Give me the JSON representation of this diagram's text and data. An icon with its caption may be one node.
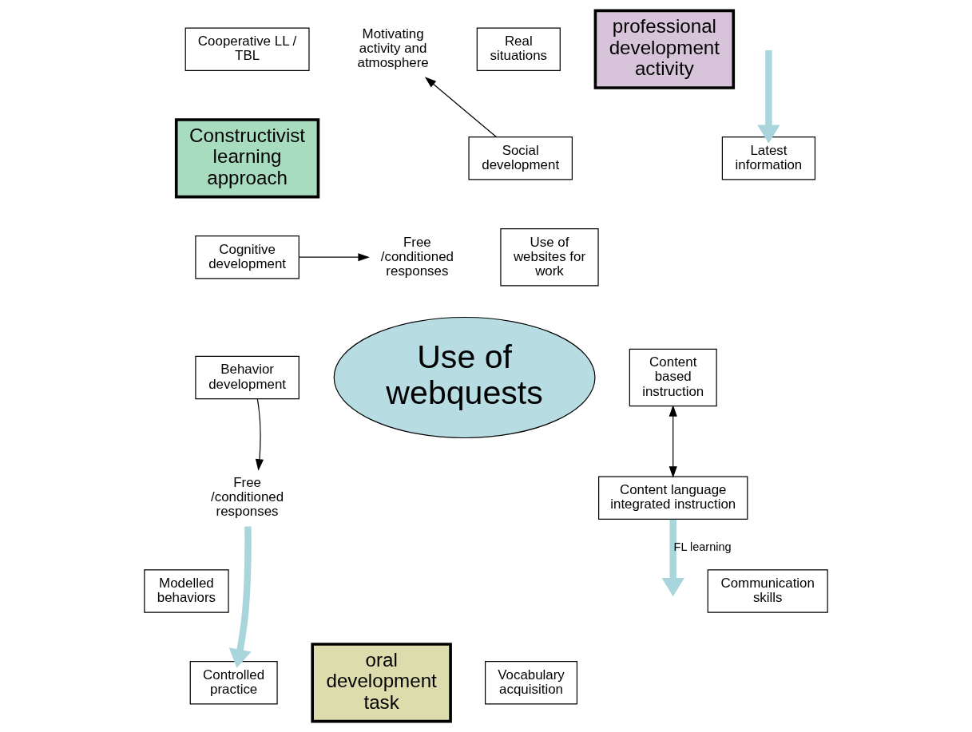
{
  "diagram": {
    "nodes": [
      {
        "text": [
          "Cooperative LL / TBL"
        ]
      },
      {
        "text": [
          "Constructivist learning approach"
        ]
      },
      {
        "text": [
          "Motivating activity and atmosphere"
        ]
      },
      {
        "text": [
          "Social development"
        ]
      },
      {
        "text": [
          "Cognitive development"
        ]
      },
      {
        "text": [
          "Free /conditioned responses"
        ]
      },
      {
        "text": [
          "Real situations"
        ]
      },
      {
        "text": [
          "professional development activity"
        ]
      },
      {
        "text": [
          "Latest information"
        ]
      },
      {
        "text": [
          "Use of websites for work"
        ]
      },
      {
        "text": [
          "Behavior development"
        ]
      },
      {
        "text": [
          "Free /conditioned responses"
        ]
      },
      {
        "text": [
          "Use of webquests"
        ]
      },
      {
        "text": [
          "Content based instruction"
        ]
      },
      {
        "text": [
          "Content language integrated instruction"
        ]
      },
      {
        "text": [
          "Modelled behaviors"
        ]
      },
      {
        "text": [
          "Communication skills"
        ]
      },
      {
        "text": [
          "Controlled practice"
        ]
      },
      {
        "text": [
          "oral development task"
        ]
      },
      {
        "text": [
          "Vocabulary acquisition"
        ]
      }
    ],
    "edges": [
      {
        "from": 3,
        "to": 2,
        "arrow": "to"
      },
      {
        "from": 4,
        "to": 5,
        "arrow": "to"
      },
      {
        "from": null,
        "to": 8,
        "arrow": "to",
        "style": "thick",
        "color": "#a9d6dc"
      },
      {
        "from": 10,
        "to": 11,
        "arrow": "to"
      },
      {
        "from": 13,
        "to": 14,
        "arrow": "both"
      },
      {
        "from": 11,
        "to": 17,
        "arrow": "to",
        "style": "thick",
        "color": "#a9d6dc"
      },
      {
        "from": 14,
        "to": null,
        "arrow": "to",
        "label": "FL learning",
        "style": "thick",
        "color": "#a9d6dc"
      }
    ]
  }
}
